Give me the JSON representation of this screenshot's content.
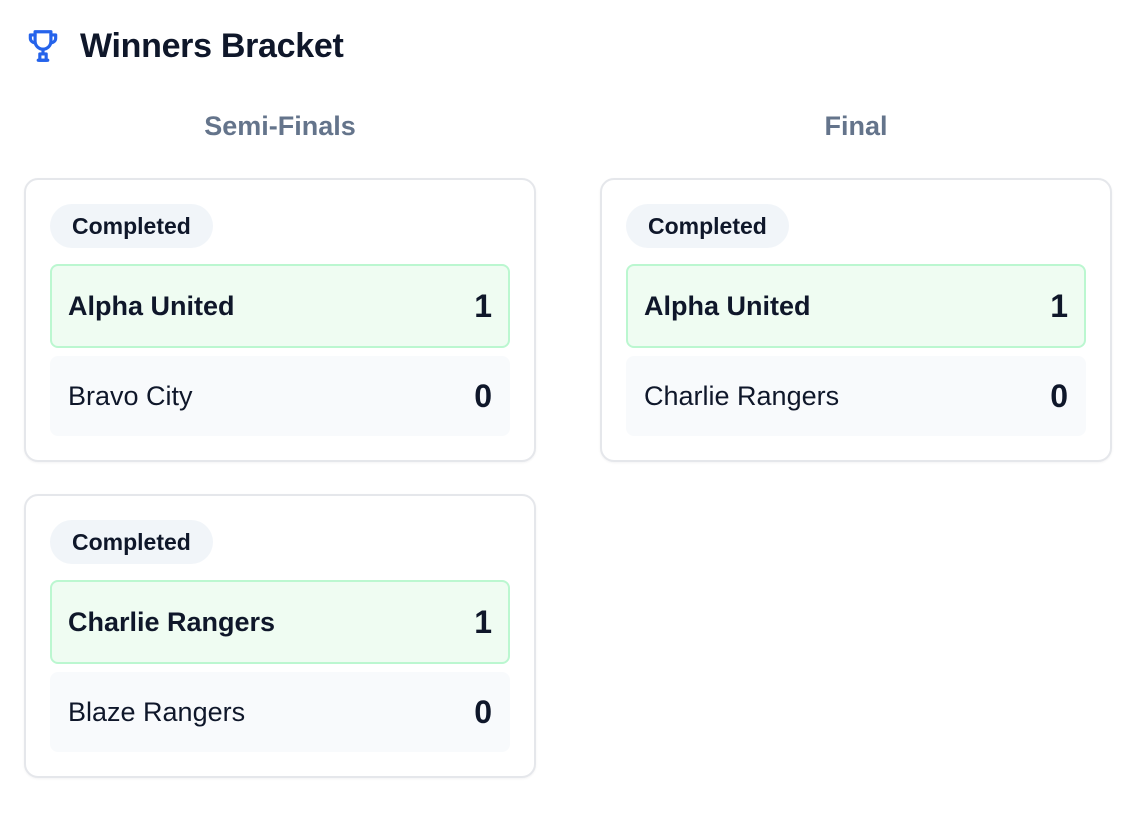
{
  "header": {
    "title": "Winners Bracket",
    "icon": "trophy-icon",
    "icon_color": "#2563eb"
  },
  "rounds": [
    {
      "title": "Semi-Finals",
      "matches": [
        {
          "status": "Completed",
          "teams": [
            {
              "name": "Alpha United",
              "score": "1"
            },
            {
              "name": "Bravo City",
              "score": "0"
            }
          ]
        },
        {
          "status": "Completed",
          "teams": [
            {
              "name": "Charlie Rangers",
              "score": "1"
            },
            {
              "name": "Blaze Rangers",
              "score": "0"
            }
          ]
        }
      ]
    },
    {
      "title": "Final",
      "matches": [
        {
          "status": "Completed",
          "teams": [
            {
              "name": "Alpha United",
              "score": "1"
            },
            {
              "name": "Charlie Rangers",
              "score": "0"
            }
          ]
        }
      ]
    }
  ],
  "colors": {
    "winner_bg": "#effcf2",
    "winner_border": "#bbf7d0",
    "round_title": "#64748b"
  }
}
